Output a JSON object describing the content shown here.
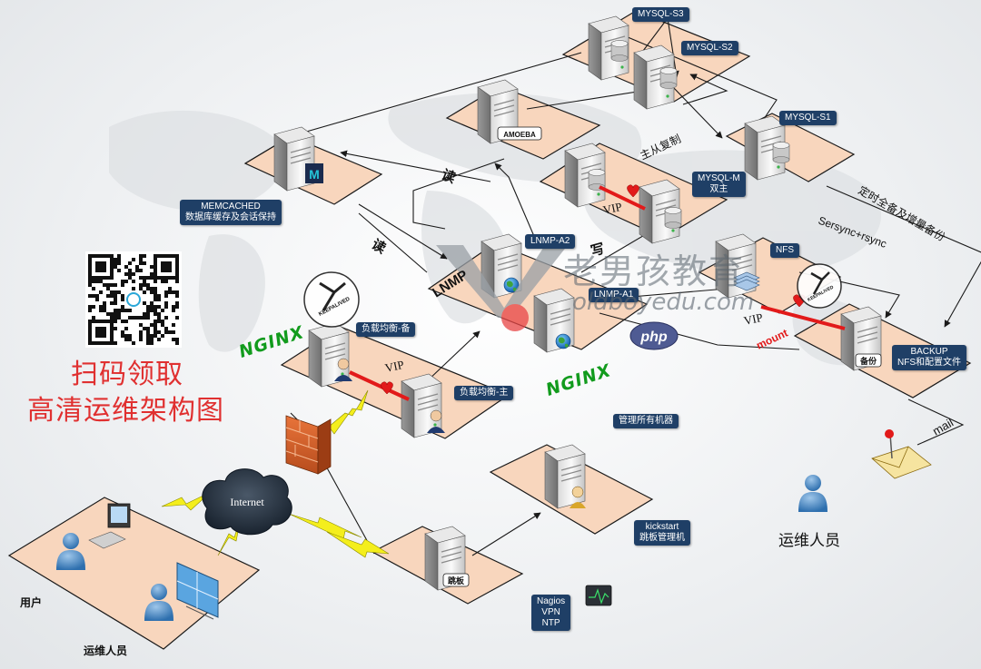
{
  "watermark": {
    "brand": "老男孩教育",
    "url": "oldboyedu.com",
    "logo_letter": "V"
  },
  "promo": {
    "line1": "扫码领取",
    "line2": "高清运维架构图"
  },
  "tags": {
    "mysql_s3": "MYSQL-S3",
    "mysql_s2": "MYSQL-S2",
    "mysql_s1": "MYSQL-S1",
    "mysql_m_1": "MYSQL-M",
    "mysql_m_2": "双主",
    "memcached_1": "MEMCACHED",
    "memcached_2": "数据库缓存及会话保持",
    "lnmp_a2": "LNMP-A2",
    "lnmp_a1": "LNMP-A1",
    "nfs": "NFS",
    "lb_backup": "负载均衡-备",
    "lb_master": "负载均衡-主",
    "backup_1": "BACKUP",
    "backup_2": "NFS和配置文件",
    "manage_all": "管理所有机器",
    "kickstart_1": "kickstart",
    "kickstart_2": "跳板管理机",
    "nagios_1": "Nagios",
    "nagios_2": "VPN",
    "nagios_3": "NTP"
  },
  "server_badges": {
    "amoeba": "AMOEBA",
    "backup": "备份",
    "jump": "跳板"
  },
  "labels": {
    "read1": "读",
    "read2": "读",
    "write": "写",
    "master_slave": "主从复制",
    "full_backup": "定时全备及增量备份",
    "sersync": "Sersync+rsync",
    "vip_mysql": "VIP",
    "vip_lb": "VIP",
    "vip_nfs": "VIP",
    "mount": "mount",
    "mail": "mail",
    "internet": "Internet",
    "lnmp": "LNMP",
    "nginx_left": "NGINX",
    "nginx_right": "NGINX",
    "keepalived_lb": "KEEPALIVED",
    "keepalived_nfs": "KEEPALIVED",
    "php": "php",
    "ops_right": "运维人员",
    "users": "用户",
    "ops_bottom": "运维人员"
  },
  "colors": {
    "platform": "#f8d6bd",
    "platform_stroke": "#1a1a1a",
    "tag_bg": "#1f3f66",
    "heartbeat": "#e21a1a",
    "promo": "#e03030",
    "nginx": "#129b1d",
    "lightning": "#f4ee1c"
  }
}
